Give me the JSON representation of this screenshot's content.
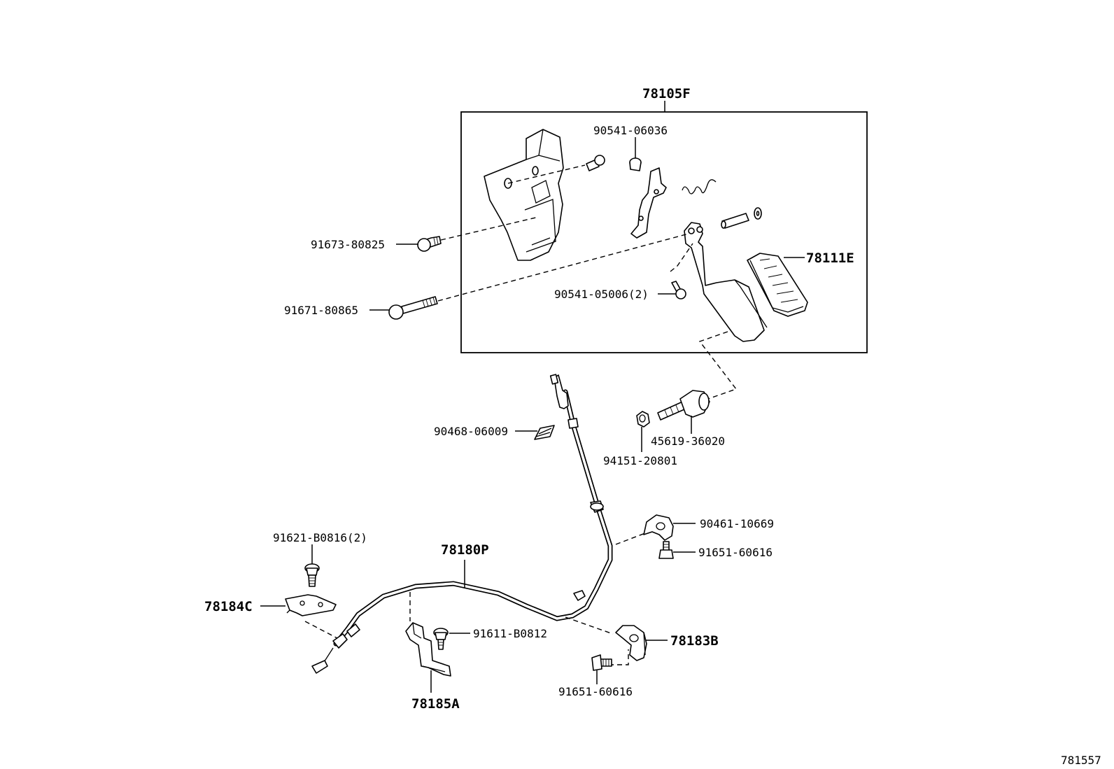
{
  "diagram_id": "781557",
  "labels": {
    "assembly": "78105F",
    "cover_screw": "90541-06036",
    "bolt_short": "91673-80825",
    "bolt_long": "91671-80865",
    "stopper": "90541-05006(2)",
    "pedal_pad": "78111E",
    "cable_clip": "90468-06009",
    "nut": "94151-20801",
    "stopper_bolt": "45619-36020",
    "clamp_upper": "90461-10669",
    "bolt_upper": "91651-60616",
    "screw_c": "91621-B0816(2)",
    "cable": "78180P",
    "bracket_c": "78184C",
    "screw_a": "91611-B0812",
    "bracket_b": "78183B",
    "bolt_lower": "91651-60616",
    "bracket_a": "78185A"
  }
}
